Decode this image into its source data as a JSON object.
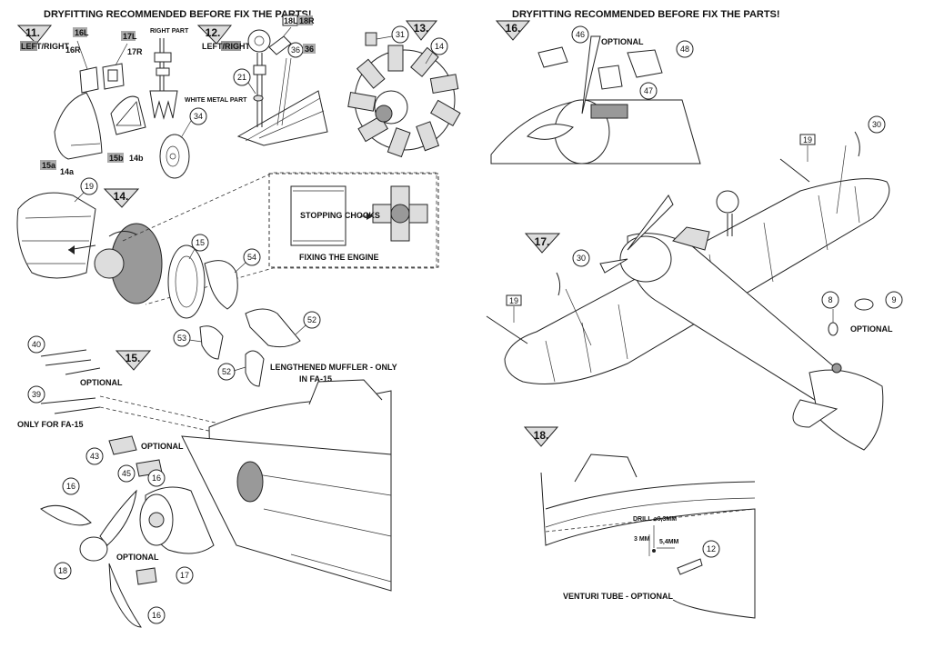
{
  "header_left": "DRYFITTING RECOMMENDED BEFORE FIX THE PARTS!",
  "header_right": "DRYFITTING RECOMMENDED BEFORE FIX THE PARTS!",
  "steps": {
    "s11": "11.",
    "s12": "12.",
    "s13": "13.",
    "s14": "14.",
    "s15": "15.",
    "s16": "16.",
    "s17": "17.",
    "s18": "18."
  },
  "side_labels": {
    "step11": "LEFT/RIGHT",
    "step12": "LEFT/RIGHT"
  },
  "notes": {
    "right_part": "RIGHT PART",
    "white_metal_part": "WHITE METAL PART",
    "stopping_chocks": "STOPPING CHOCKS",
    "fixing_the_engine": "FIXING THE ENGINE",
    "lengthened_muffler": "LENGTHENED MUFFLER - ONLY",
    "in_fa15": "IN FA-15",
    "optional": "OPTIONAL",
    "only_for_fa15": "ONLY FOR FA-15",
    "drill": "DRILL ⌀0,3MM",
    "dim_3mm": "3 MM",
    "dim_54mm": "5,4MM",
    "venturi_tube": "VENTURI TUBE - OPTIONAL"
  },
  "boxed_parts": {
    "p16L": "16L",
    "p17L": "17L",
    "p15a": "15a",
    "p15b": "15b",
    "p18L": "18L",
    "p18R": "18R",
    "p36": "36"
  },
  "plain_parts": {
    "p16R": "16R",
    "p17R": "17R",
    "p14a": "14a",
    "p14b": "14b"
  },
  "callouts": {
    "c34": "34",
    "c21": "21",
    "c36": "36",
    "c31": "31",
    "c14": "14",
    "c19a": "19",
    "c15": "15",
    "c54": "54",
    "c52a": "52",
    "c53": "53",
    "c52b": "52",
    "c40": "40",
    "c39": "39",
    "c43": "43",
    "c45": "45",
    "c16a": "16",
    "c16b": "16",
    "c18": "18",
    "c17": "17",
    "c16c": "16",
    "c46": "46",
    "c48": "48",
    "c47": "47",
    "c30a": "30",
    "c19b": "19",
    "c30b": "30",
    "c19c": "19",
    "c8": "8",
    "c9": "9",
    "c12": "12"
  }
}
